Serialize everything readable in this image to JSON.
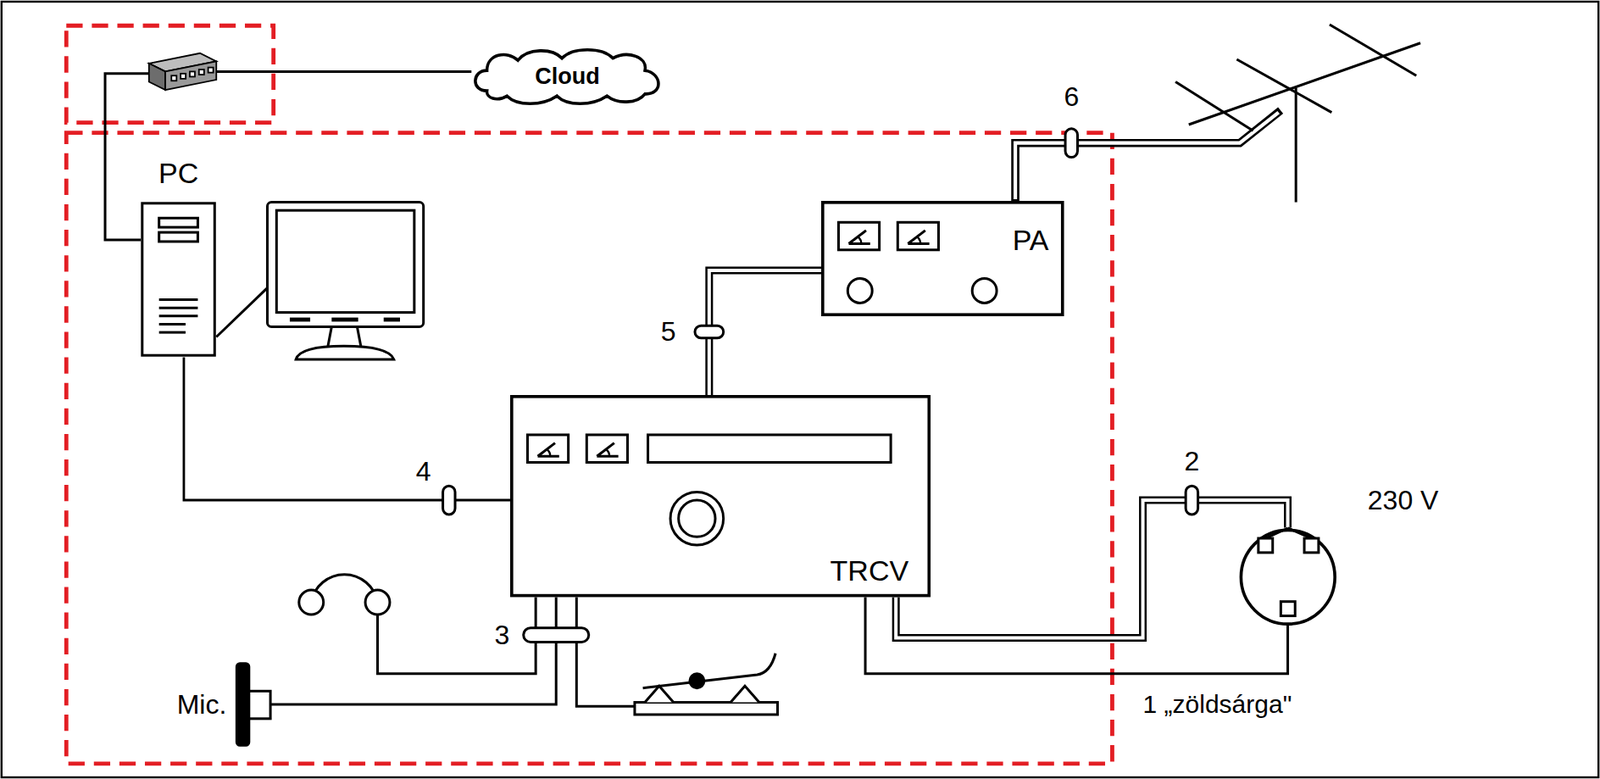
{
  "diagram": {
    "nodes": [
      {
        "text": [
          "Cloud"
        ]
      },
      {
        "text": [
          "PC"
        ]
      },
      {
        "text": [
          "PA"
        ]
      },
      {
        "text": [
          "TRCV"
        ]
      },
      {
        "text": [
          "230 V"
        ]
      }
    ],
    "edges": [
      {
        "from": 1,
        "to": 3,
        "arrow": "none",
        "label": "4"
      },
      {
        "from": 3,
        "to": 2,
        "arrow": "none",
        "label": "5"
      },
      {
        "from": 3,
        "to": 4,
        "arrow": "none",
        "label": "2"
      }
    ],
    "labels": [
      "6",
      "3",
      "Mic.",
      "1 „zöldsárga\""
    ]
  }
}
